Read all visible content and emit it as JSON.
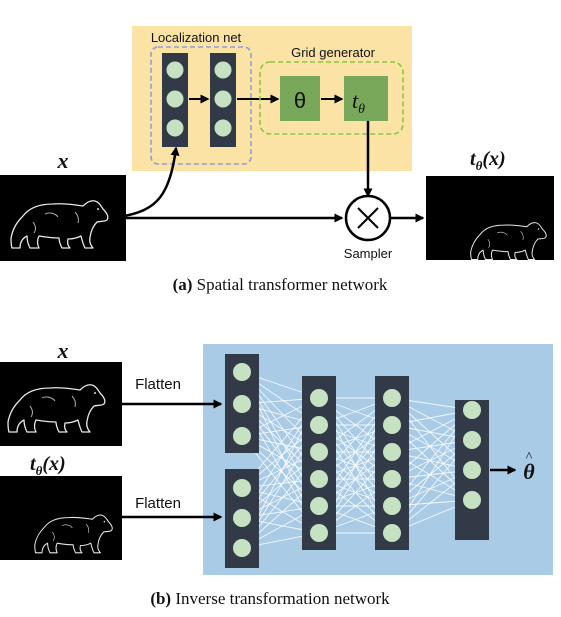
{
  "panel_a": {
    "localization_label": "Localization net",
    "grid_label": "Grid generator",
    "theta_symbol": "θ",
    "t_letter": "t",
    "t_sub": "θ",
    "input_label": "x",
    "output_label_t": "t",
    "output_label_sub": "θ",
    "output_label_arg": "(x)",
    "sampler_label": "Sampler",
    "caption_bold": "(a)",
    "caption_text": " Spatial transformer network"
  },
  "panel_b": {
    "input1_label": "x",
    "input2_label_t": "t",
    "input2_label_sub": "θ",
    "input2_label_arg": "(x)",
    "flatten1": "Flatten",
    "flatten2": "Flatten",
    "output_label": "θ",
    "caption_bold": "(b)",
    "caption_text": " Inverse transformation network"
  },
  "colors": {
    "loc_bg": "#fbe3a6",
    "net_bg": "#a9cbe6",
    "grid_fill": "#7aa85a",
    "column": "#323a48",
    "node": "#c6e2c2",
    "dash_blue": "#8f9fd4",
    "dash_green": "#8cc63f"
  },
  "icons": [
    "bear-outline-image",
    "sampler-multiply-icon",
    "arrow-icon"
  ]
}
